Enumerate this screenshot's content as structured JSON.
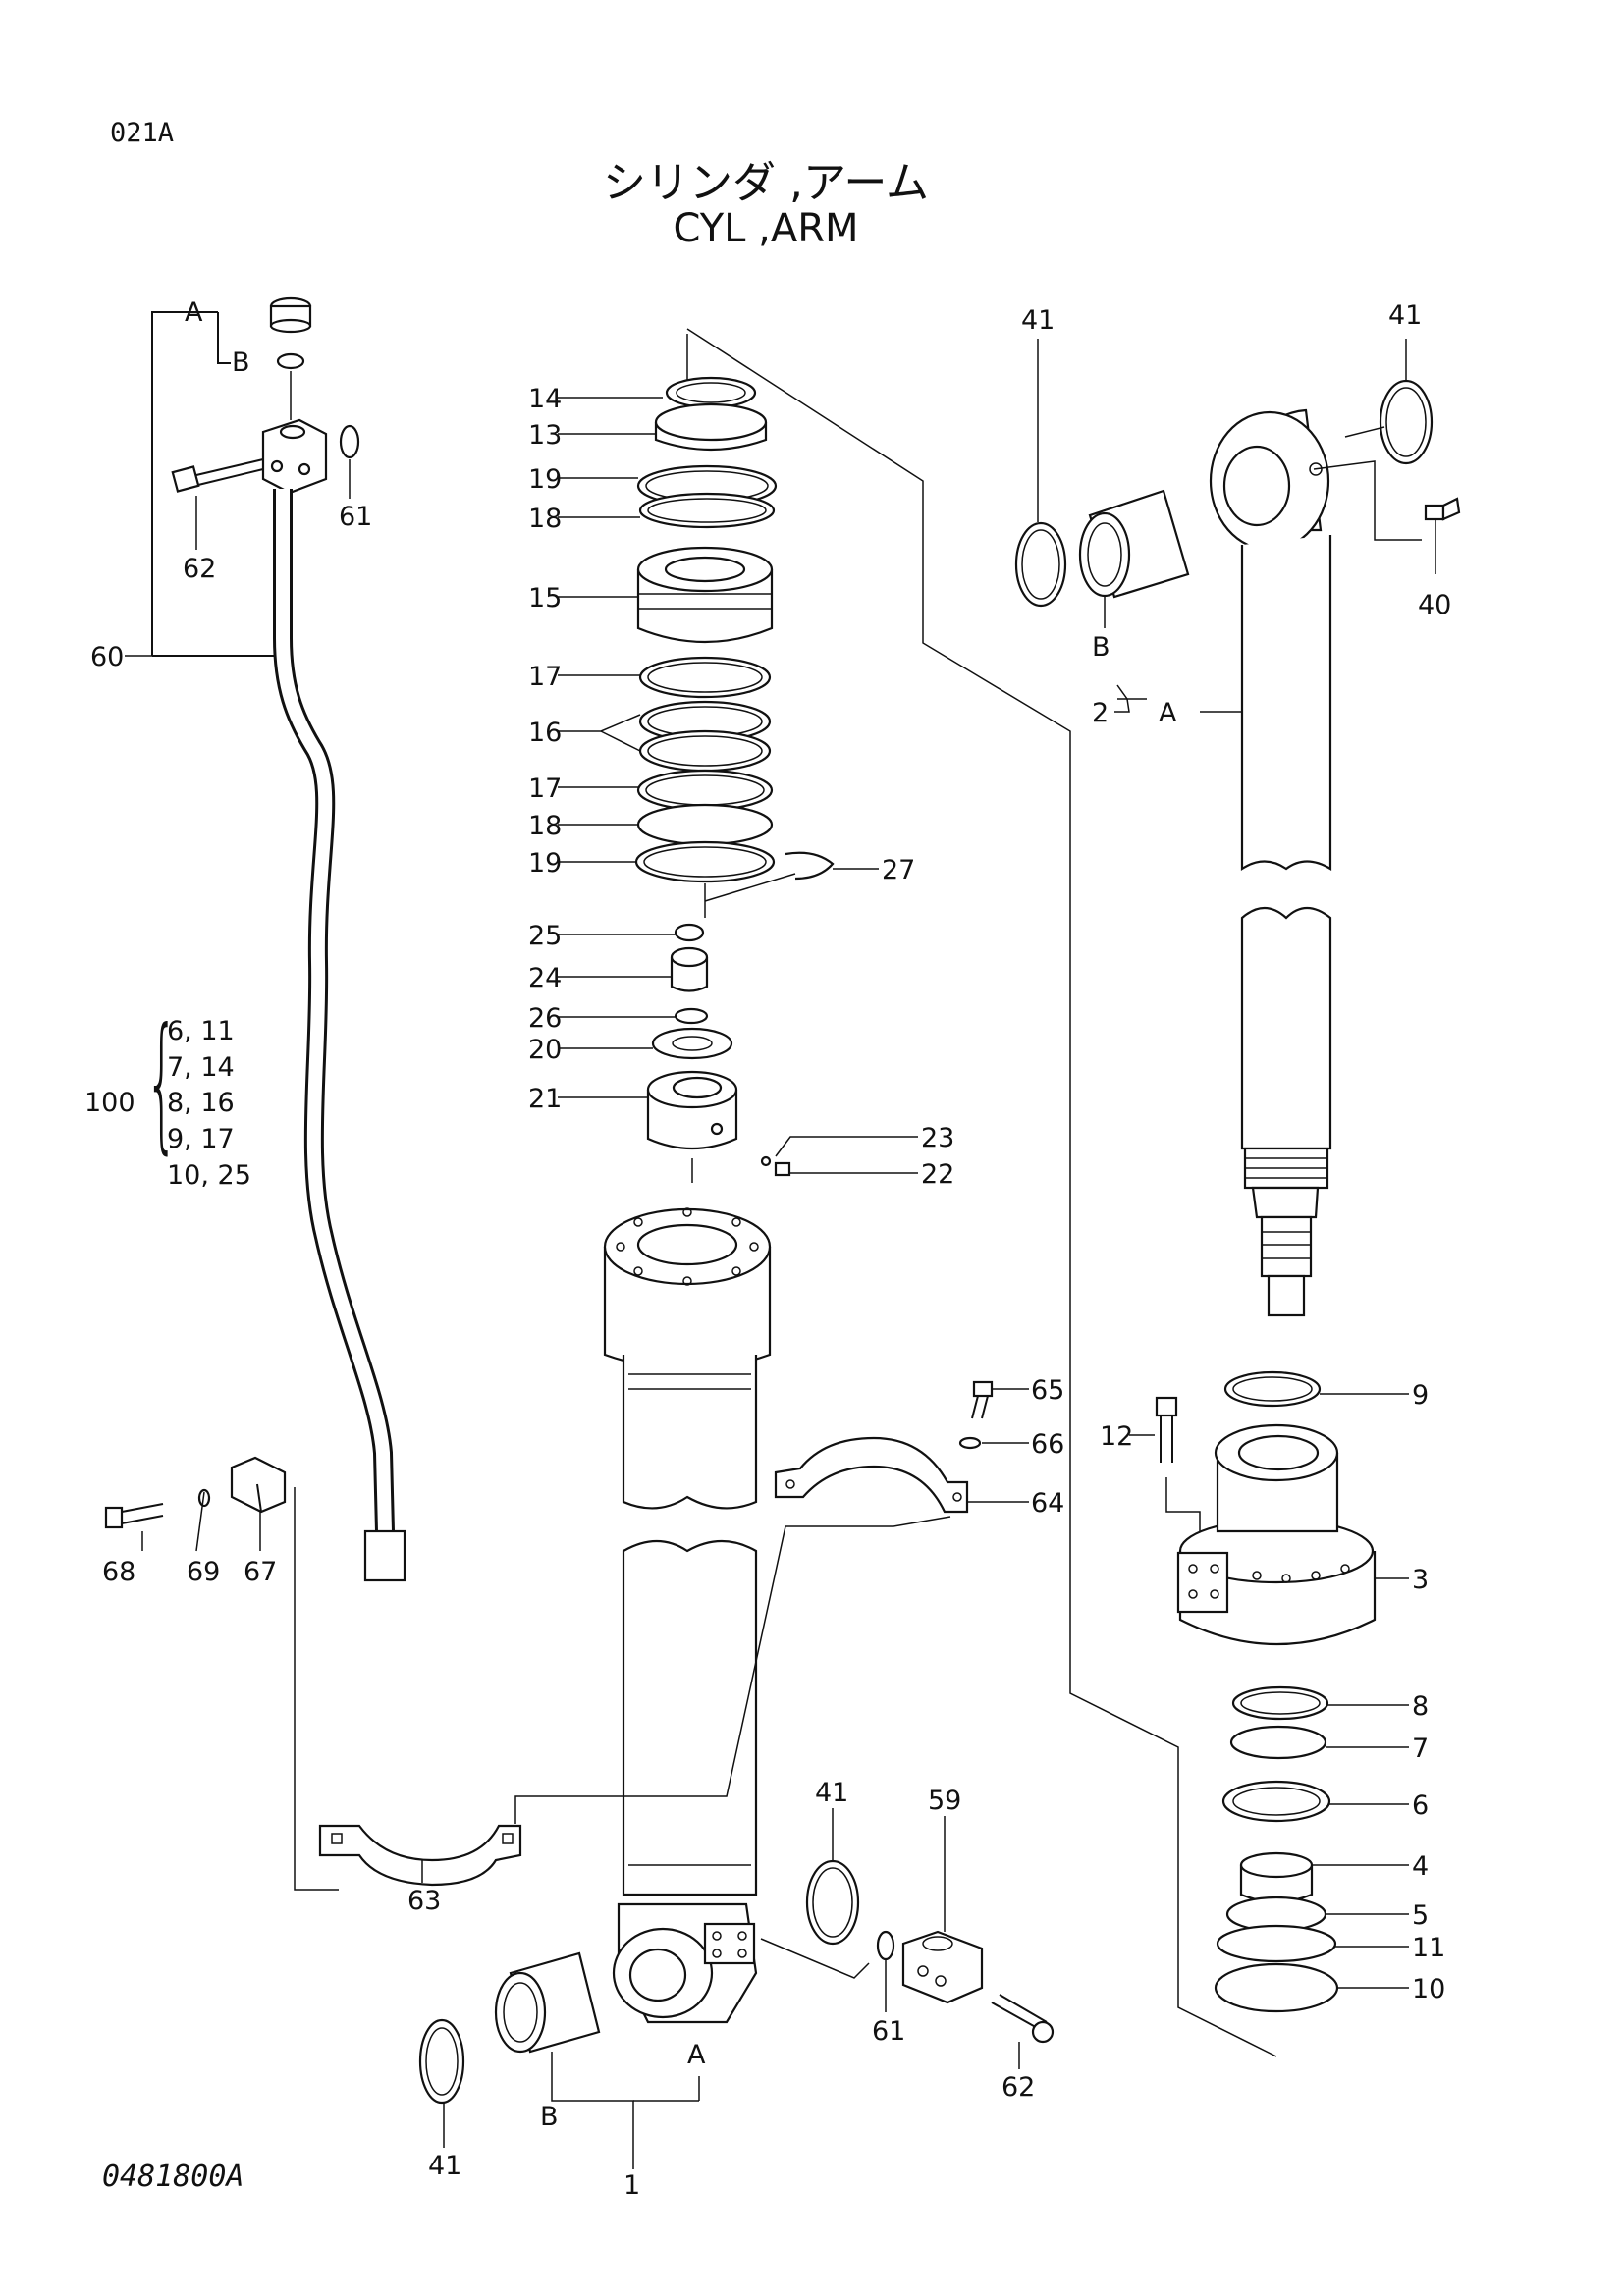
{
  "page_code": "021A",
  "title_jp": "シリンダ ,アーム",
  "title_en": "CYL ,ARM",
  "drawing_no": "0481800A",
  "kit": {
    "number": "100",
    "lines": [
      "6, 11",
      "7, 14",
      "8, 16",
      "9, 17",
      "10, 25"
    ]
  },
  "callouts": {
    "p1": "1",
    "p2": "2",
    "p3": "3",
    "p4": "4",
    "p5": "5",
    "p6": "6",
    "p7": "7",
    "p8": "8",
    "p9": "9",
    "p10": "10",
    "p11": "11",
    "p12": "12",
    "p13": "13",
    "p14": "14",
    "p15": "15",
    "p16": "16",
    "p17a": "17",
    "p17b": "17",
    "p18a": "18",
    "p18b": "18",
    "p19a": "19",
    "p19b": "19",
    "p20": "20",
    "p21": "21",
    "p22": "22",
    "p23": "23",
    "p24": "24",
    "p25": "25",
    "p26": "26",
    "p27": "27",
    "p40": "40",
    "p41a": "41",
    "p41b": "41",
    "p41c": "41",
    "p41d": "41",
    "p59": "59",
    "p60": "60",
    "p61a": "61",
    "p61b": "61",
    "p62a": "62",
    "p62b": "62",
    "p63": "63",
    "p64": "64",
    "p65": "65",
    "p66": "66",
    "p67": "67",
    "p68": "68",
    "p69": "69",
    "A1": "A",
    "B1": "B",
    "A2": "A",
    "B2": "B",
    "A3": "A",
    "B3": "B"
  }
}
